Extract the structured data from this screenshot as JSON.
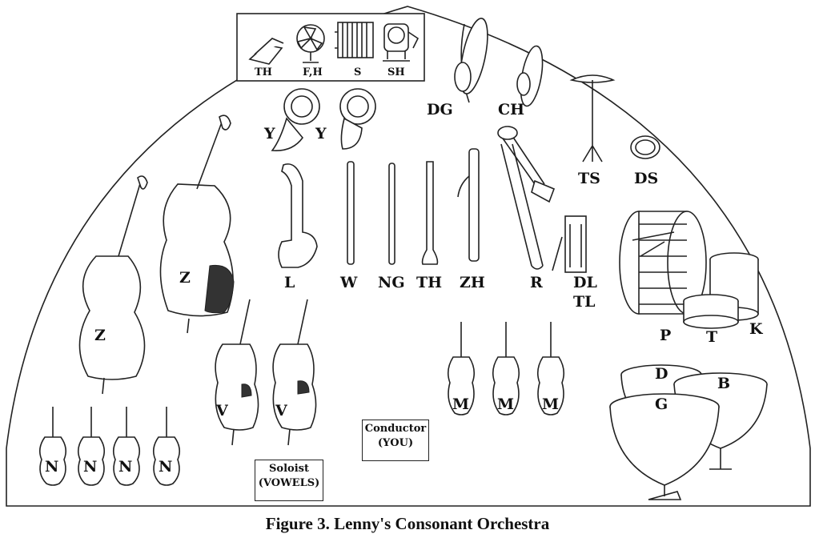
{
  "fricatives_box": {
    "th": "TH",
    "fh": "F,H",
    "s": "S",
    "sh": "SH"
  },
  "horns": {
    "left": "Y",
    "right": "Y"
  },
  "cymbals": {
    "left": "DG",
    "right": "CH"
  },
  "percussion": {
    "stand_cymbal": "TS",
    "tambourine": "DS",
    "triangle_line1": "DL",
    "triangle_line2": "TL",
    "bass_drum": "P",
    "snare_drum": "T",
    "tall_drum": "K"
  },
  "timpani": {
    "back_left": "D",
    "right": "B",
    "front": "G"
  },
  "basses": {
    "left": "Z",
    "right": "Z"
  },
  "winds": {
    "sax": "L",
    "flute": "W",
    "oboe": "NG",
    "clarinet": "TH",
    "bassoon": "ZH",
    "trombone": "R"
  },
  "cellos": {
    "left": "V",
    "right": "V"
  },
  "violas": [
    "M",
    "M",
    "M"
  ],
  "violins": [
    "N",
    "N",
    "N",
    "N"
  ],
  "conductor": {
    "line1": "Conductor",
    "line2": "(YOU)"
  },
  "soloist": {
    "line1": "Soloist",
    "line2": "(VOWELS)"
  },
  "caption": "Figure 3. Lenny's Consonant Orchestra"
}
